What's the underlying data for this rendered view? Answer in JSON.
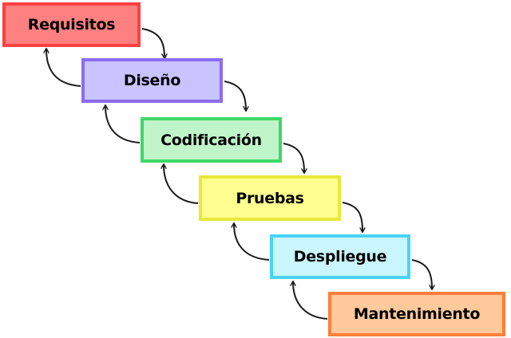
{
  "stages": [
    {
      "label": "Requisitos",
      "fill": "#ff8080",
      "border": "#ff4040"
    },
    {
      "label": "Diseño",
      "fill": "#c9c3ff",
      "border": "#8b6cf0"
    },
    {
      "label": "Codificación",
      "fill": "#bff5c8",
      "border": "#3ed966"
    },
    {
      "label": "Pruebas",
      "fill": "#ffff8f",
      "border": "#e8e83a"
    },
    {
      "label": "Despliegue",
      "fill": "#c9f6ff",
      "border": "#49d3f5"
    },
    {
      "label": "Mantenimiento",
      "fill": "#ffc99c",
      "border": "#ff7e3a"
    }
  ],
  "arrow_color": "#1a1a1a"
}
